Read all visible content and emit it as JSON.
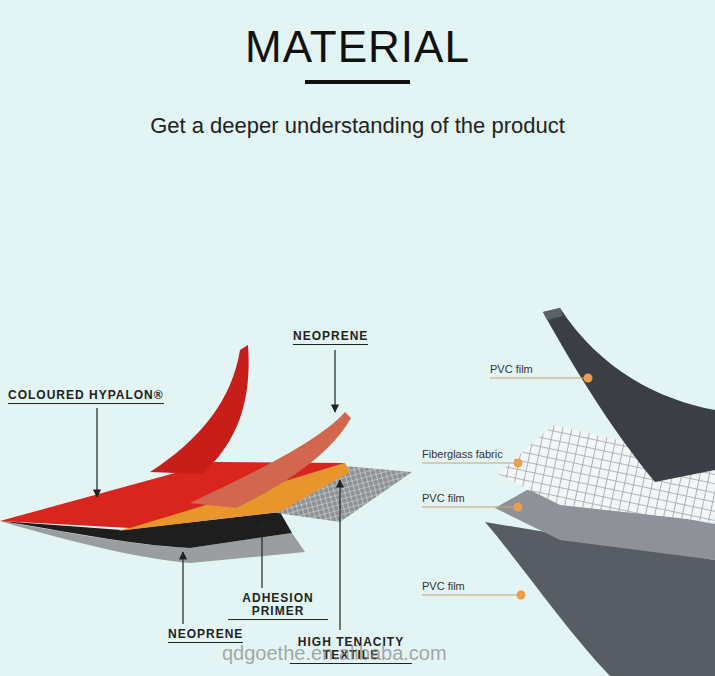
{
  "diagram": {
    "title": "MATERIAL",
    "labels": [
      "Get a deeper understanding of the product",
      "NEOPRENE",
      "COLOURED HYPALON®",
      "ADHESION PRIMER",
      "NEOPRENE",
      "HIGH TENACITY TEXTILE",
      "PVC film",
      "Fiberglass fabric",
      "PVC film",
      "PVC film",
      "qdgoethe.en.alibaba.com"
    ]
  }
}
